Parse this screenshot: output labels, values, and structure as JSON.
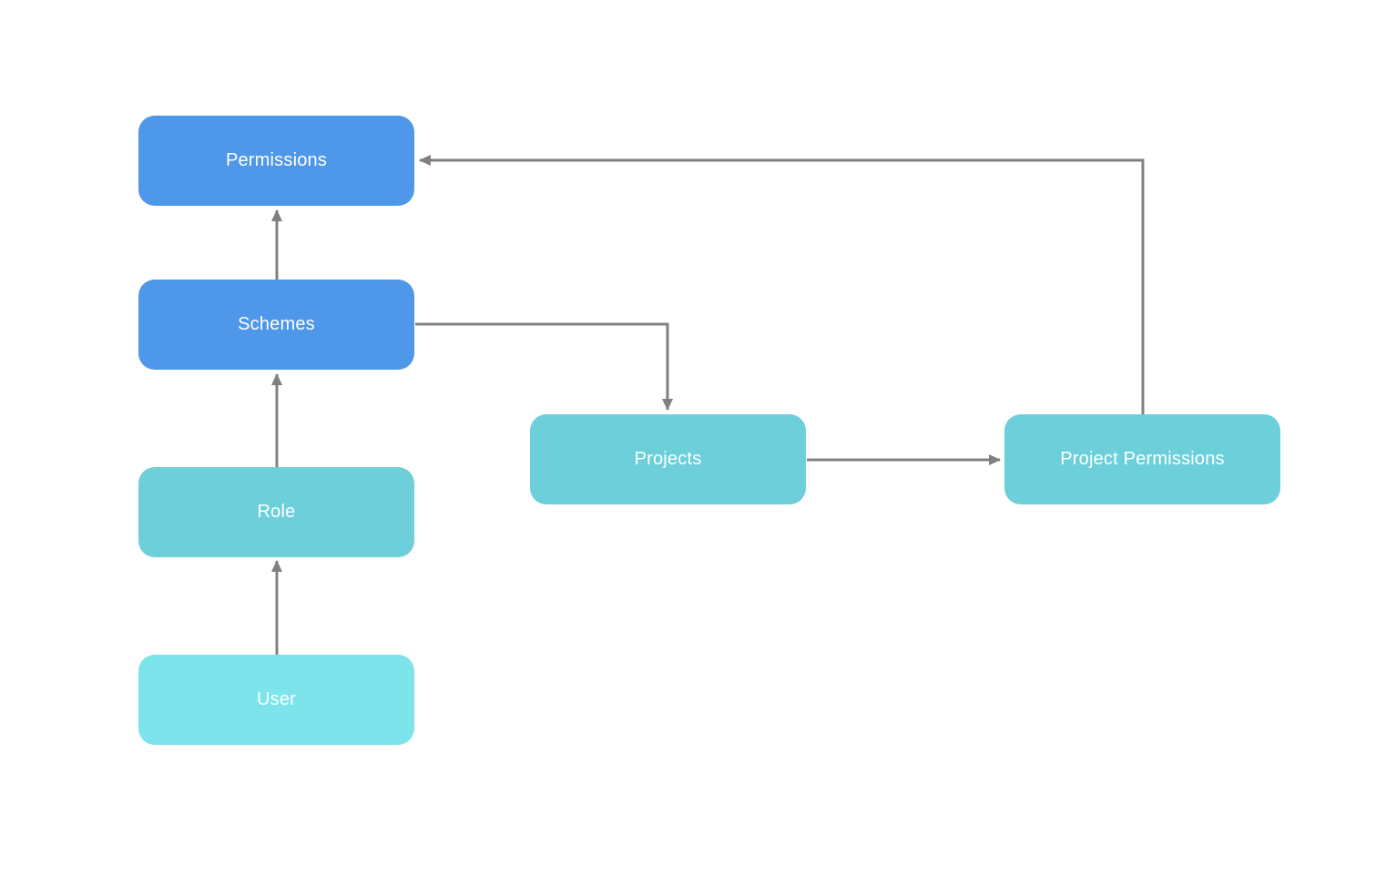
{
  "diagram": {
    "type": "flowchart",
    "background_color": "#ffffff",
    "arrow_color": "#7f8080",
    "text_color": "#ffffff",
    "nodes": [
      {
        "id": "permissions",
        "label": "Permissions",
        "color": "#4f97e8"
      },
      {
        "id": "schemes",
        "label": "Schemes",
        "color": "#4f97e8"
      },
      {
        "id": "role",
        "label": "Role",
        "color": "#6dcfda"
      },
      {
        "id": "user",
        "label": "User",
        "color": "#7de4ec"
      },
      {
        "id": "projects",
        "label": "Projects",
        "color": "#6dcfda"
      },
      {
        "id": "project_permissions",
        "label": "Project Permissions",
        "color": "#6dcfda"
      }
    ],
    "edges": [
      {
        "from": "user",
        "to": "role",
        "direction": "up"
      },
      {
        "from": "role",
        "to": "schemes",
        "direction": "up"
      },
      {
        "from": "schemes",
        "to": "permissions",
        "direction": "up"
      },
      {
        "from": "schemes",
        "to": "projects",
        "direction": "right-then-down"
      },
      {
        "from": "projects",
        "to": "project_permissions",
        "direction": "right"
      },
      {
        "from": "project_permissions",
        "to": "permissions",
        "direction": "up-then-left"
      }
    ]
  }
}
